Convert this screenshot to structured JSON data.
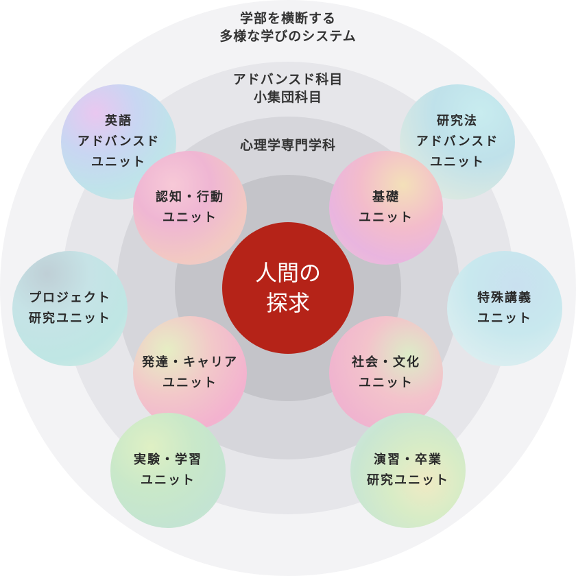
{
  "diagram": {
    "outer_label": [
      "学部を横断する",
      "多様な学びのシステム"
    ],
    "middle_label": [
      "アドバンスド科目",
      "小集団科目"
    ],
    "inner_label": [
      "心理学専門学科"
    ],
    "center": [
      "人間の",
      "探求"
    ],
    "bubbles": {
      "english": [
        "英語",
        "アドバンスド",
        "ユニット"
      ],
      "research_method": [
        "研究法",
        "アドバンスド",
        "ユニット"
      ],
      "cognition": [
        "認知・行動",
        "ユニット"
      ],
      "basic": [
        "基礎",
        "ユニット"
      ],
      "project": [
        "プロジェクト",
        "研究ユニット"
      ],
      "special": [
        "特殊講義",
        "ユニット"
      ],
      "development": [
        "発達・キャリア",
        "ユニット"
      ],
      "society": [
        "社会・文化",
        "ユニット"
      ],
      "experiment": [
        "実験・学習",
        "ユニット"
      ],
      "seminar": [
        "演習・卒業",
        "研究ユニット"
      ]
    }
  },
  "colors": {
    "center": "#b52318",
    "ring_outer": "#f3f3f5",
    "ring_mid": "#e6e6ea",
    "ring_inner": "#d6d6db",
    "ring_core": "#c4c4c9"
  }
}
